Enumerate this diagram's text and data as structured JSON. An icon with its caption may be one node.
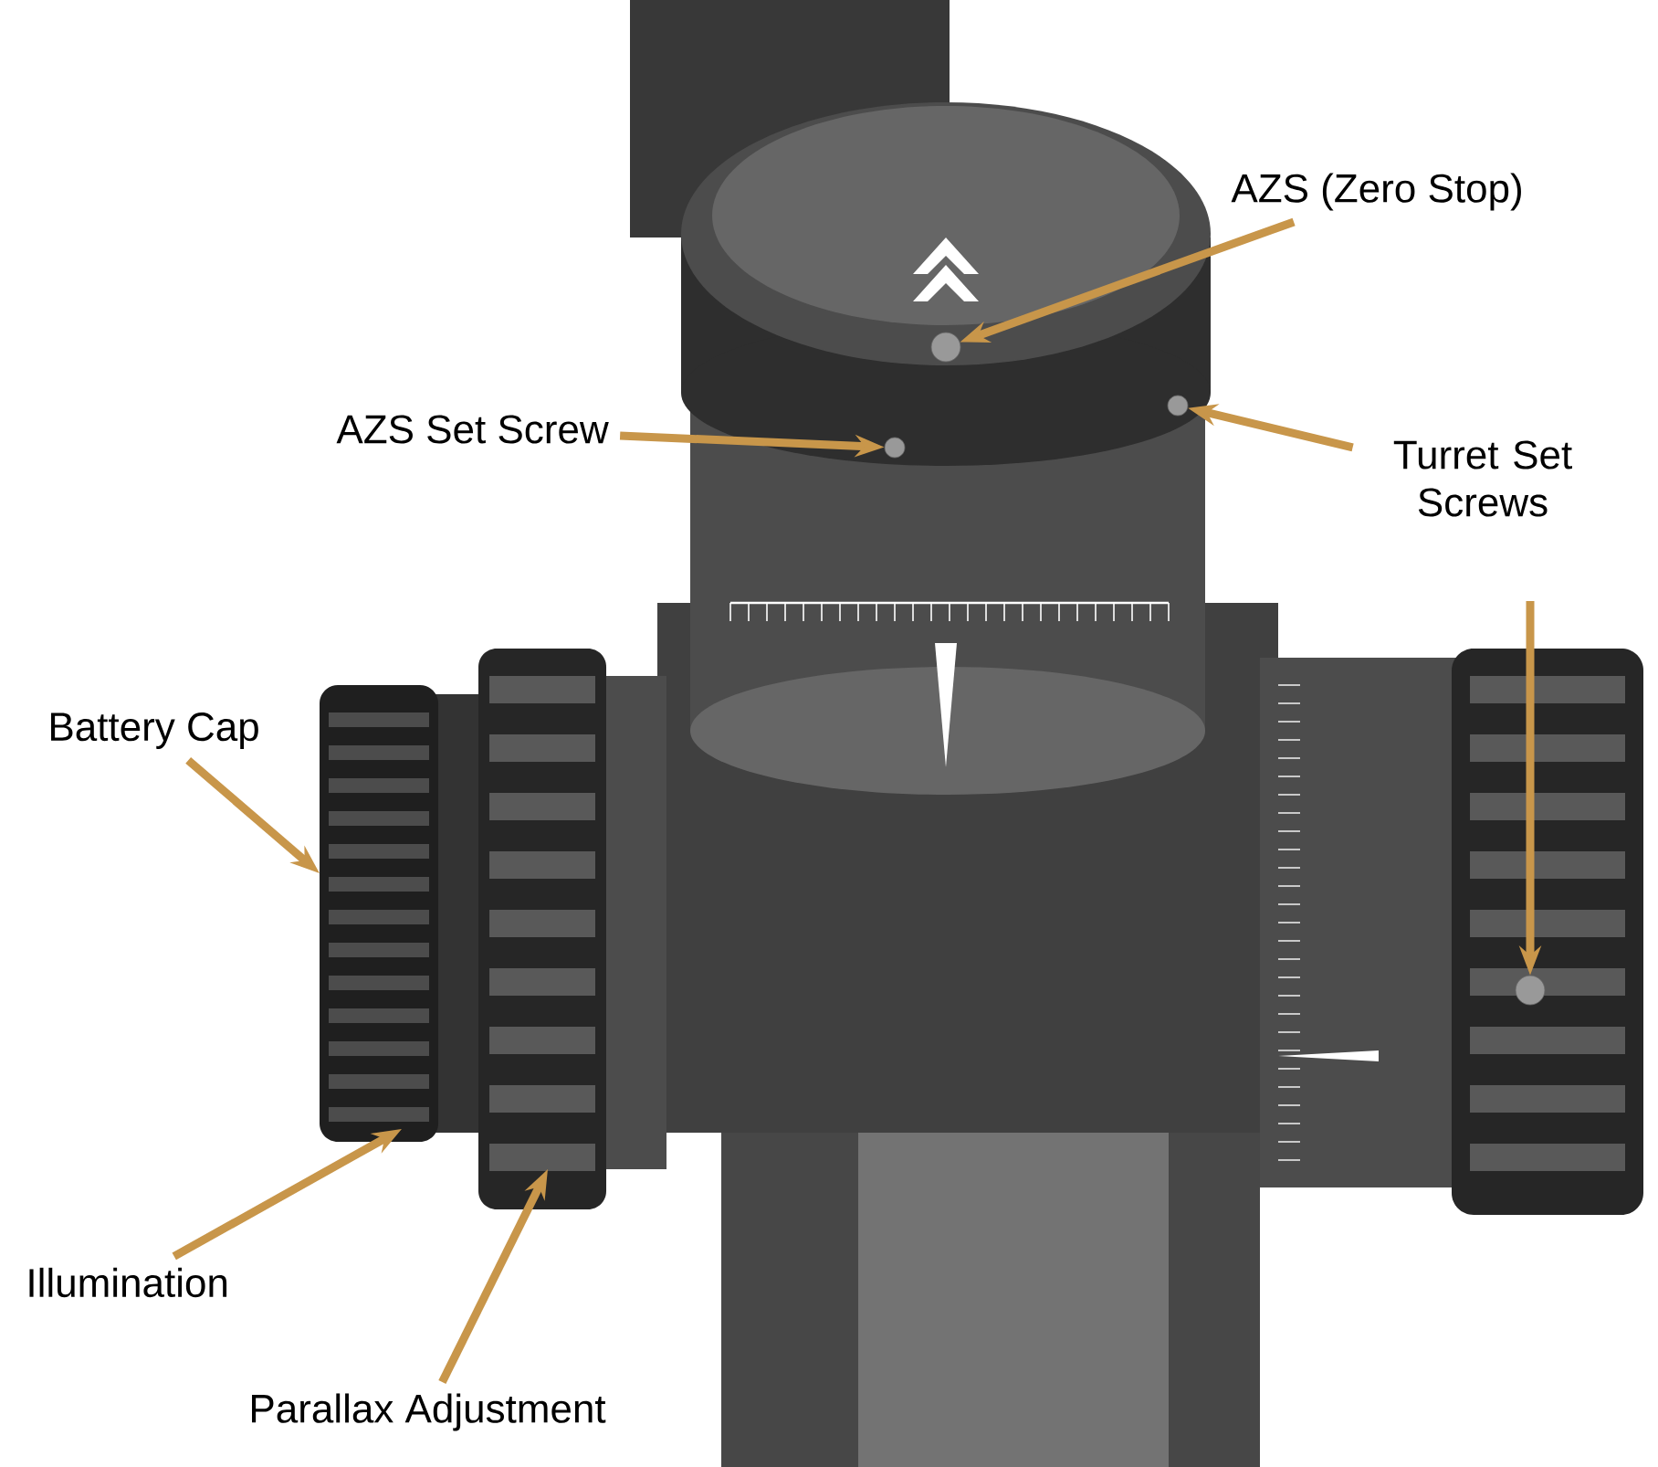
{
  "diagram": {
    "nodes": [
      {
        "text": [
          "AZS (Zero Stop)"
        ]
      },
      {
        "text": [
          "AZS Set Screw"
        ]
      },
      {
        "text": [
          "Turret Set Screws"
        ]
      },
      {
        "text": [
          "Battery Cap"
        ]
      },
      {
        "text": [
          "Illumination"
        ]
      },
      {
        "text": [
          "Parallax Adjustment"
        ]
      },
      {
        "text": [],
        "shape": "circle"
      },
      {
        "text": [],
        "shape": "circle"
      },
      {
        "text": [],
        "shape": "circle"
      },
      {
        "text": [],
        "shape": "circle"
      }
    ],
    "edges": [
      {
        "from": 0,
        "to": 6,
        "arrow": "to"
      },
      {
        "from": 1,
        "to": 7,
        "arrow": "to"
      },
      {
        "from": 2,
        "to": 8,
        "arrow": "to"
      },
      {
        "from": 2,
        "to": 9,
        "arrow": "to"
      },
      {
        "from": 3,
        "to": null,
        "arrow": "to"
      },
      {
        "from": 4,
        "to": null,
        "arrow": "to"
      },
      {
        "from": 5,
        "to": null,
        "arrow": "to"
      }
    ]
  }
}
